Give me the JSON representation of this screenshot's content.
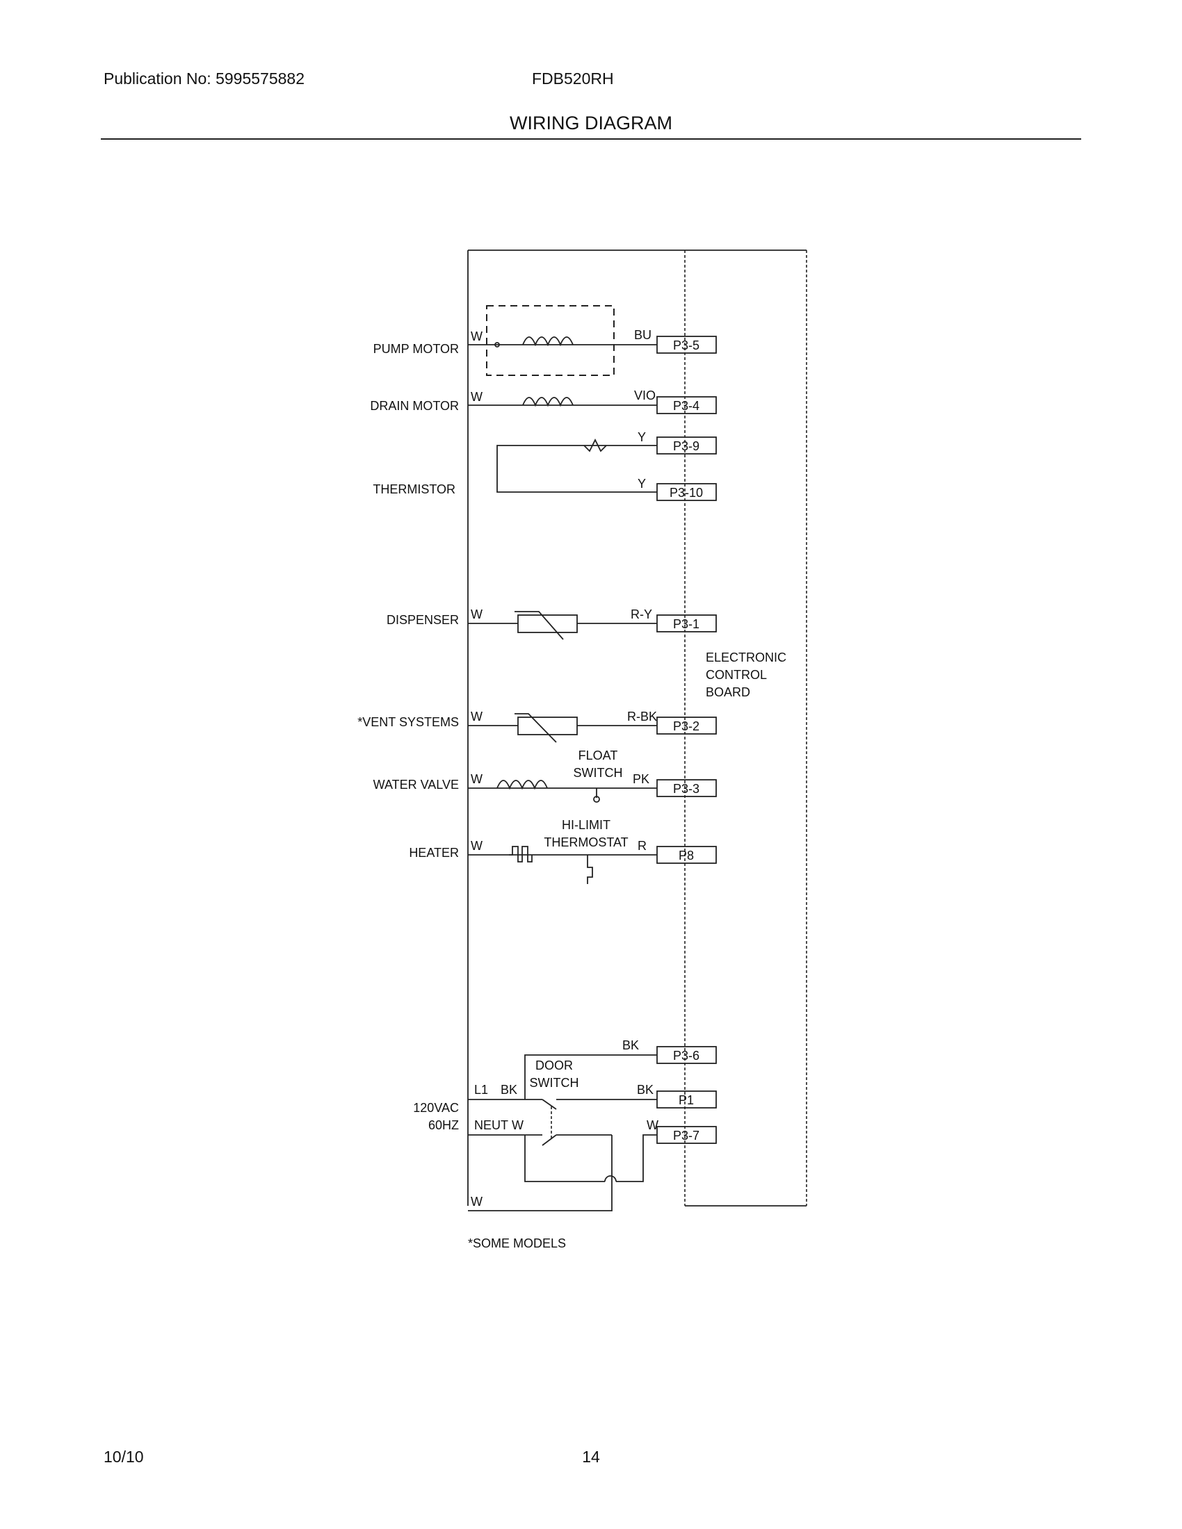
{
  "header": {
    "publication": "Publication No: 5995575882",
    "model": "FDB520RH",
    "title": "WIRING DIAGRAM"
  },
  "footer": {
    "date": "10/10",
    "page": "14",
    "note": "*SOME MODELS"
  },
  "components": {
    "pump_motor": "PUMP MOTOR",
    "drain_motor": "DRAIN MOTOR",
    "thermistor": "THERMISTOR",
    "dispenser": "DISPENSER",
    "vent_systems": "*VENT SYSTEMS",
    "water_valve": "WATER VALVE",
    "heater": "HEATER",
    "supply_voltage": "120VAC",
    "supply_freq": "60HZ",
    "float_switch_1": "FLOAT",
    "float_switch_2": "SWITCH",
    "hi_limit_1": "HI-LIMIT",
    "hi_limit_2": "THERMOSTAT",
    "door_switch_1": "DOOR",
    "door_switch_2": "SWITCH",
    "ecb_1": "ELECTRONIC",
    "ecb_2": "CONTROL",
    "ecb_3": "BOARD"
  },
  "connectors": {
    "p3_5": "P3-5",
    "p3_4": "P3-4",
    "p3_9": "P3-9",
    "p3_10": "P3-10",
    "p3_1": "P3-1",
    "p3_2": "P3-2",
    "p3_3": "P3-3",
    "p8": "P8",
    "p3_6": "P3-6",
    "p1": "P1",
    "p3_7": "P3-7"
  },
  "wires": {
    "pump_left": "W",
    "pump_right": "BU",
    "drain_left": "W",
    "drain_right": "VIO",
    "therm_top": "Y",
    "therm_bottom": "Y",
    "disp_left": "W",
    "disp_right": "R-Y",
    "vent_left": "W",
    "vent_right": "R-BK",
    "valve_left": "W",
    "valve_right": "PK",
    "heater_left": "W",
    "heater_right": "R",
    "p36_wire": "BK",
    "l1": "L1",
    "l1_wire": "BK",
    "p1_wire": "BK",
    "neut": "NEUT",
    "neut_wire": "W",
    "p37_wire": "W",
    "bottom_wire": "W"
  }
}
